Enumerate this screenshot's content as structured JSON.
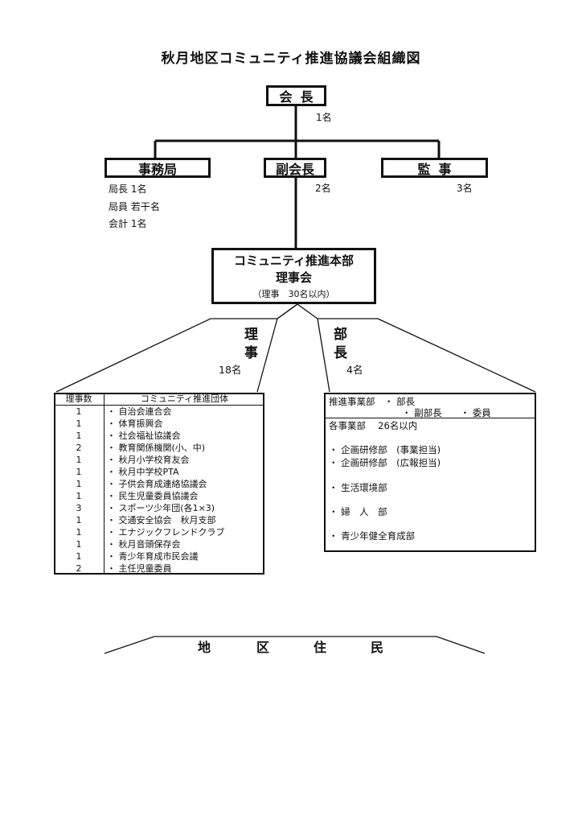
{
  "title": "秋月地区コミュニティ推進協議会組織図",
  "chairman": {
    "label": "会長",
    "count": "1名"
  },
  "secretariat": {
    "label": "事務局",
    "members": [
      "局長 1名",
      "局員 若干名",
      "会計 1名"
    ]
  },
  "vice_chairman": {
    "label": "副会長",
    "count": "2名"
  },
  "auditor": {
    "label": "監事",
    "count": "3名"
  },
  "headquarters": {
    "line1": "コミュニティ推進本部",
    "line2": "理事会",
    "line3": "（理事　30名以内）"
  },
  "directors": {
    "chars": [
      "理",
      "事"
    ],
    "count": "18名"
  },
  "department_heads": {
    "chars": [
      "部",
      "長"
    ],
    "count": "4名"
  },
  "groups_table": {
    "headers": [
      "理事数",
      "コミュニティ推進団体"
    ],
    "rows": [
      {
        "num": "1",
        "name": "・ 自治会連合会"
      },
      {
        "num": "1",
        "name": "・ 体育振興会"
      },
      {
        "num": "1",
        "name": "・ 社会福祉協議会"
      },
      {
        "num": "2",
        "name": "・ 教育関係機関(小、中)"
      },
      {
        "num": "1",
        "name": "・ 秋月小学校育友会"
      },
      {
        "num": "1",
        "name": "・ 秋月中学校PTA"
      },
      {
        "num": "1",
        "name": "・ 子供会育成連絡協議会"
      },
      {
        "num": "1",
        "name": "・ 民生児童委員協議会"
      },
      {
        "num": "3",
        "name": "・ スポーツ少年団(各1×3)"
      },
      {
        "num": "1",
        "name": "・ 交通安全協会　秋月支部"
      },
      {
        "num": "1",
        "name": "・ エナジックフレンドクラブ"
      },
      {
        "num": "1",
        "name": "・ 秋月音頭保存会"
      },
      {
        "num": "1",
        "name": "・ 青少年育成市民会議"
      },
      {
        "num": "2",
        "name": "・ 主任児童委員"
      }
    ]
  },
  "departments": {
    "header_line1": "推進事業部　・ 部長",
    "header_line2": "・ 副部長　　・ 委員",
    "total": "各事業部　 26名以内",
    "items": [
      "・ 企画研修部　(事業担当)",
      "・ 企画研修部　(広報担当)",
      "・ 生活環境部",
      "・ 婦　人　部",
      "・ 青少年健全育成部"
    ]
  },
  "residents": {
    "chars": [
      "地",
      "区",
      "住",
      "民"
    ]
  }
}
